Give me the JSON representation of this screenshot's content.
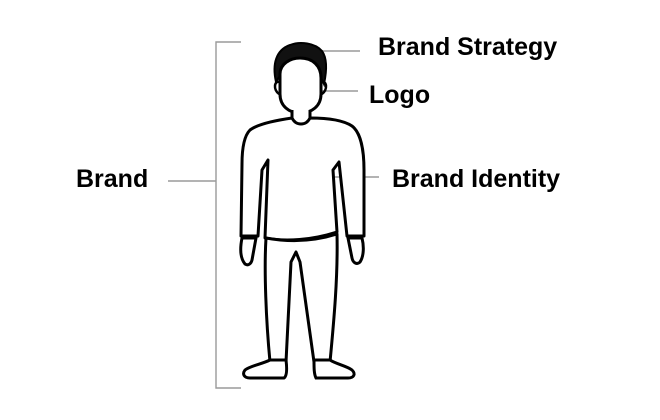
{
  "labels": {
    "brand_strategy": "Brand Strategy",
    "logo": "Logo",
    "brand_identity": "Brand Identity",
    "brand": "Brand"
  },
  "colors": {
    "ink": "#000000",
    "line_gray": "#9a9a9a",
    "background": "#ffffff"
  },
  "icons": {
    "figure": "person-figure-icon"
  }
}
